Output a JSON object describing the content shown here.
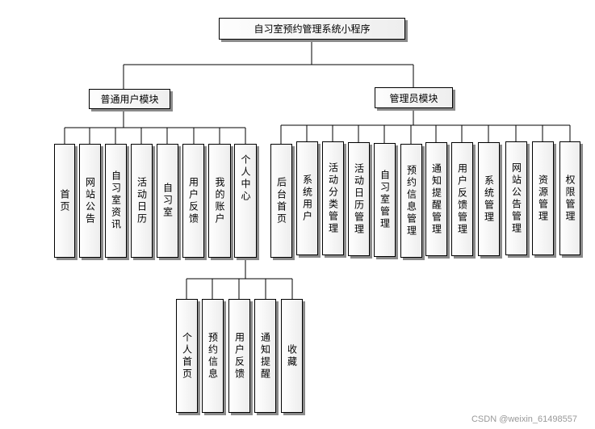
{
  "root": {
    "label": "自习室预约管理系统小程序"
  },
  "modules": [
    {
      "label": "普通用户模块",
      "children": [
        {
          "label": "首页"
        },
        {
          "label": "网站公告"
        },
        {
          "label": "自习室资讯"
        },
        {
          "label": "活动日历"
        },
        {
          "label": "自习室"
        },
        {
          "label": "用户反馈"
        },
        {
          "label": "我的账户"
        },
        {
          "label": "个人中心",
          "children": [
            {
              "label": "个人首页"
            },
            {
              "label": "预约信息"
            },
            {
              "label": "用户反馈"
            },
            {
              "label": "通知提醒"
            },
            {
              "label": "收藏"
            }
          ]
        }
      ]
    },
    {
      "label": "管理员模块",
      "children": [
        {
          "label": "后台首页"
        },
        {
          "label": "系统用户"
        },
        {
          "label": "活动分类管理"
        },
        {
          "label": "活动日历管理"
        },
        {
          "label": "自习室管理"
        },
        {
          "label": "预约信息管理"
        },
        {
          "label": "通知提醒管理"
        },
        {
          "label": "用户反馈管理"
        },
        {
          "label": "系统管理"
        },
        {
          "label": "网站公告管理"
        },
        {
          "label": "资源管理"
        },
        {
          "label": "权限管理"
        }
      ]
    }
  ],
  "watermark": "CSDN @weixin_61498557"
}
